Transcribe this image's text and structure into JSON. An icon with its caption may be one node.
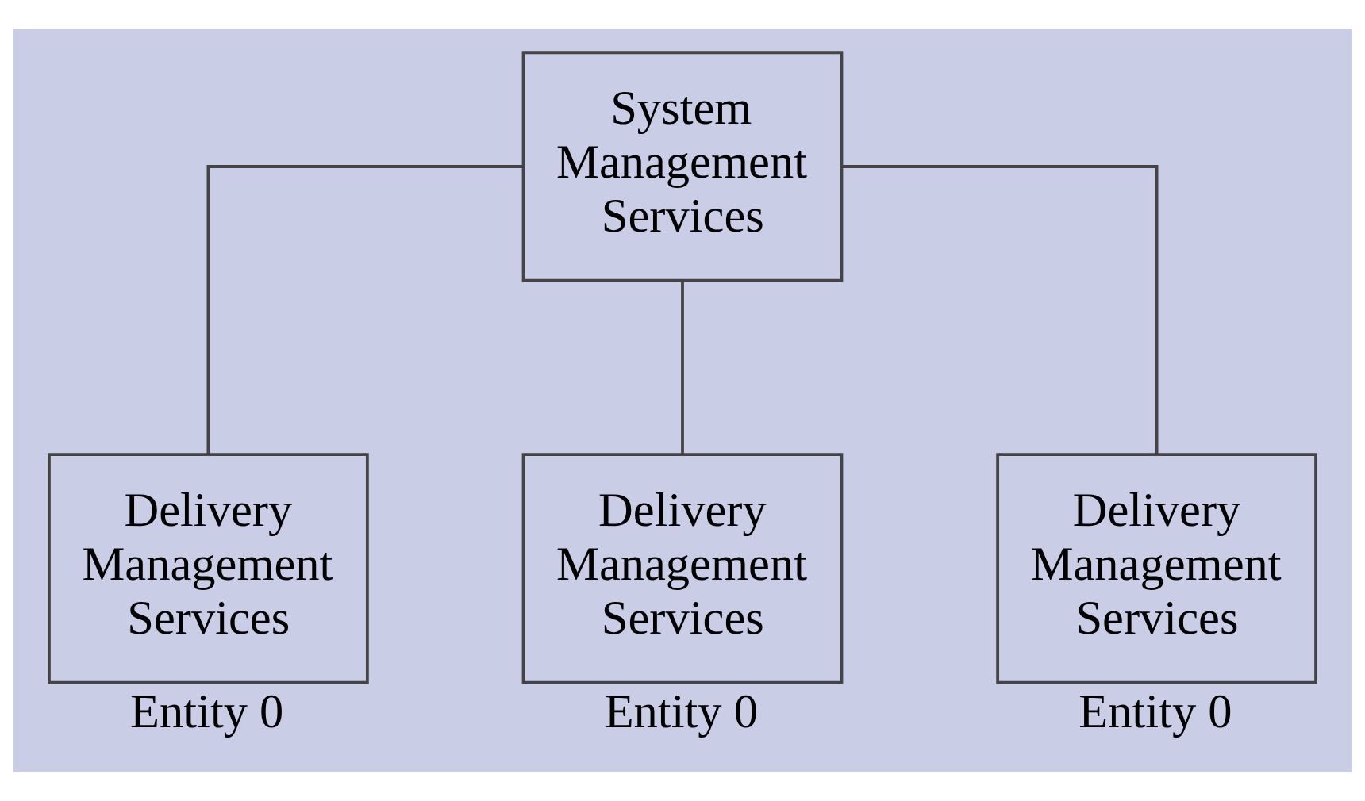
{
  "diagram": {
    "nodes": [
      {
        "text": [
          "System Management Services"
        ]
      },
      {
        "text": [
          "Delivery Management Services"
        ],
        "beside": [
          "Entity 0"
        ]
      },
      {
        "text": [
          "Delivery Management Services"
        ],
        "beside": [
          "Entity 0"
        ]
      },
      {
        "text": [
          "Delivery Management Services"
        ],
        "beside": [
          "Entity 0"
        ]
      }
    ],
    "edges": [
      {
        "from": 0,
        "to": 1,
        "arrow": "none"
      },
      {
        "from": 0,
        "to": 2,
        "arrow": "none"
      },
      {
        "from": 0,
        "to": 3,
        "arrow": "none"
      }
    ]
  }
}
